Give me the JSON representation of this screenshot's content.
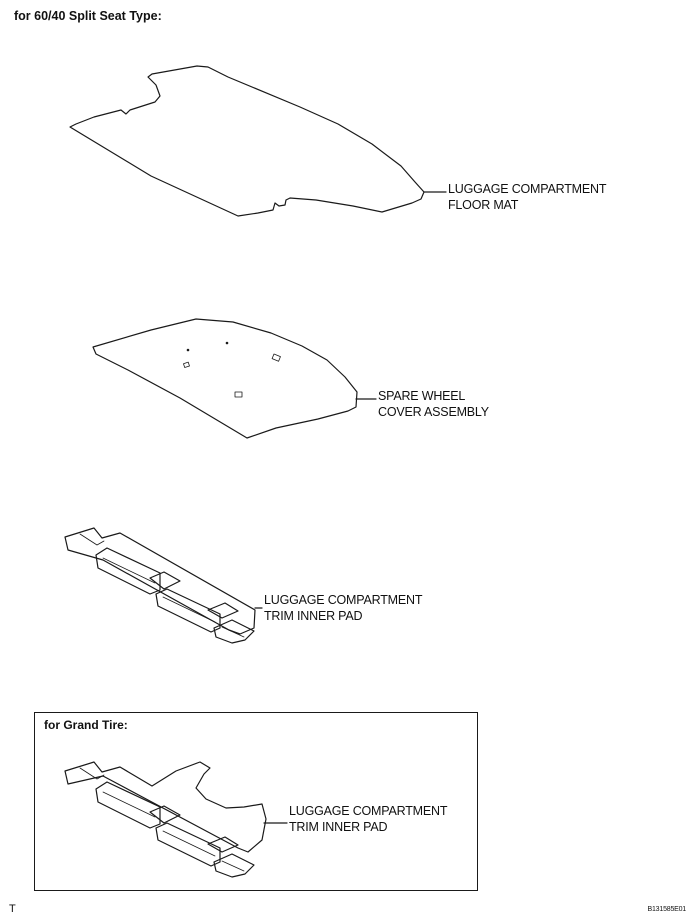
{
  "header": {
    "title": "for 60/40 Split Seat Type:"
  },
  "parts": [
    {
      "line1": "LUGGAGE COMPARTMENT",
      "line2": "FLOOR MAT"
    },
    {
      "line1": "SPARE WHEEL",
      "line2": "COVER ASSEMBLY"
    },
    {
      "line1": "LUGGAGE COMPARTMENT",
      "line2": "TRIM INNER PAD"
    }
  ],
  "inset": {
    "title": "for Grand Tire:",
    "part": {
      "line1": "LUGGAGE COMPARTMENT",
      "line2": "TRIM INNER PAD"
    }
  },
  "footer": {
    "left_code": "T",
    "figure_id": "B131585E01"
  }
}
